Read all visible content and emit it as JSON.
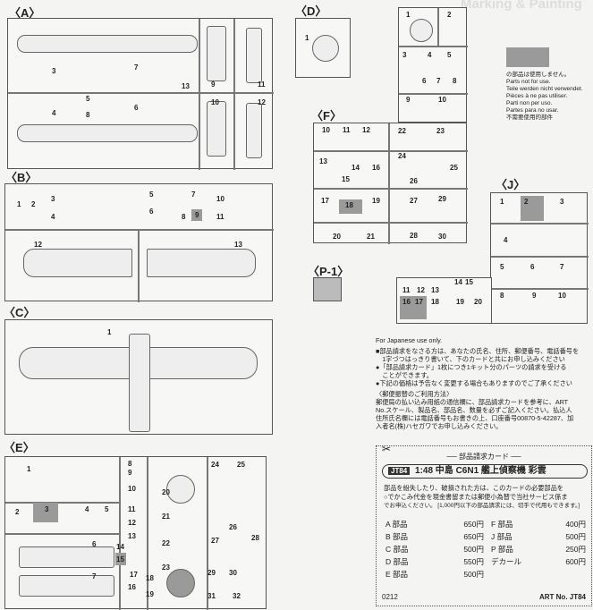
{
  "background_header": "Marking & Painting",
  "sprues": {
    "A": {
      "label": "A",
      "parts": [
        "3",
        "7",
        "13",
        "9",
        "11",
        "4",
        "5",
        "6",
        "8",
        "10",
        "12"
      ]
    },
    "B": {
      "label": "B",
      "parts": [
        "1",
        "2",
        "3",
        "4",
        "5",
        "6",
        "7",
        "8",
        "9",
        "10",
        "11",
        "12",
        "13"
      ]
    },
    "C": {
      "label": "C",
      "parts": [
        "1"
      ]
    },
    "D": {
      "label": "D",
      "parts": [
        "1"
      ]
    },
    "D2": {
      "parts": [
        "1",
        "2",
        "3",
        "4",
        "5",
        "6",
        "7",
        "8",
        "9",
        "10"
      ]
    },
    "E": {
      "label": "E",
      "parts": [
        "1",
        "2",
        "3",
        "4",
        "5",
        "6",
        "7",
        "8",
        "9",
        "10",
        "11",
        "12",
        "13",
        "14",
        "15",
        "16",
        "17",
        "18",
        "19",
        "20",
        "21",
        "22",
        "23",
        "24",
        "25",
        "26",
        "27",
        "28",
        "29",
        "30",
        "31",
        "32"
      ]
    },
    "F": {
      "label": "F",
      "parts": [
        "10",
        "11",
        "12",
        "13",
        "14",
        "15",
        "16",
        "17",
        "18",
        "19",
        "20",
        "21",
        "22",
        "23",
        "24",
        "25",
        "26",
        "27",
        "28",
        "29",
        "30"
      ]
    },
    "P1": {
      "label": "P-1"
    },
    "J": {
      "label": "J",
      "parts": [
        "1",
        "2",
        "3",
        "4",
        "5",
        "6",
        "7",
        "8",
        "9",
        "10",
        "11",
        "12",
        "13",
        "14",
        "15",
        "16",
        "17",
        "18",
        "19",
        "20"
      ]
    }
  },
  "legend": {
    "lines": [
      "の部品は使用しません。",
      "Parts not for use.",
      "Teile werden nicht verwendet.",
      "Pièces à ne pas utiliser.",
      "Parti non per uso.",
      "Partes para no usar.",
      "不需要使用的部件"
    ],
    "swatch_color": "#9a9a9a"
  },
  "notice": {
    "title": "For Japanese use only.",
    "lines": [
      "■部品請求をなさる方は、あなたの氏名、住所、郵便番号、電話番号を",
      "　1字づつはっきり書いて、下のカードと共にお申し込みください",
      "●「部品請求カード」1枚につき1キット分のパーツの請求を受ける",
      "　ことができます。",
      "●下記の価格は予告なく変更する場合もありますのでご了承ください",
      "〈郵便振替のご利用方法〉",
      "郵便局の払い込み用紙の通信欄に、部品請求カードを参考に、ART",
      "No.スケール、製品名、部品名、数量を必ずご記入ください。払込人",
      "住所氏名欄には電話番号もお書きの上、口座番号00870-5-42287、加",
      "入者名(株)ハセガワでお申し込みください。"
    ]
  },
  "card": {
    "heading": "── 部品請求カード ──",
    "badge": "JT84",
    "title": "1:48 中島 C6N1 艦上偵察機 彩雲",
    "desc": [
      "部品を紛失したり、破損された方は、このカードの必要部品を",
      "○でかこみ代金を現金書留または郵便小為替で当社サービス係ま",
      "でお申込ください。 [1,000円以下の部品請求には、切手で代用もできます。]"
    ],
    "prices_left": [
      {
        "name": "A 部品",
        "price": "650円"
      },
      {
        "name": "B 部品",
        "price": "650円"
      },
      {
        "name": "C 部品",
        "price": "500円"
      },
      {
        "name": "D 部品",
        "price": "550円"
      },
      {
        "name": "E 部品",
        "price": "500円"
      }
    ],
    "prices_right": [
      {
        "name": "F 部品",
        "price": "400円"
      },
      {
        "name": "J 部品",
        "price": "500円"
      },
      {
        "name": "P 部品",
        "price": "250円"
      },
      {
        "name": "デカール",
        "price": "600円"
      }
    ],
    "code": "0212",
    "art_no": "ART No. JT84"
  }
}
